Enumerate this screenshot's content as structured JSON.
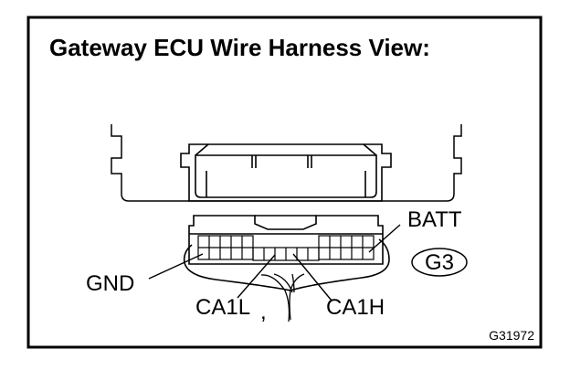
{
  "diagram": {
    "title": "Gateway ECU Wire Harness View:",
    "labels": {
      "batt": "BATT",
      "connector_code": "G3",
      "gnd": "GND",
      "ca1l": "CA1L",
      "ca1h": "CA1H",
      "ca1l_comma": ","
    },
    "figure_id": "G31972"
  }
}
